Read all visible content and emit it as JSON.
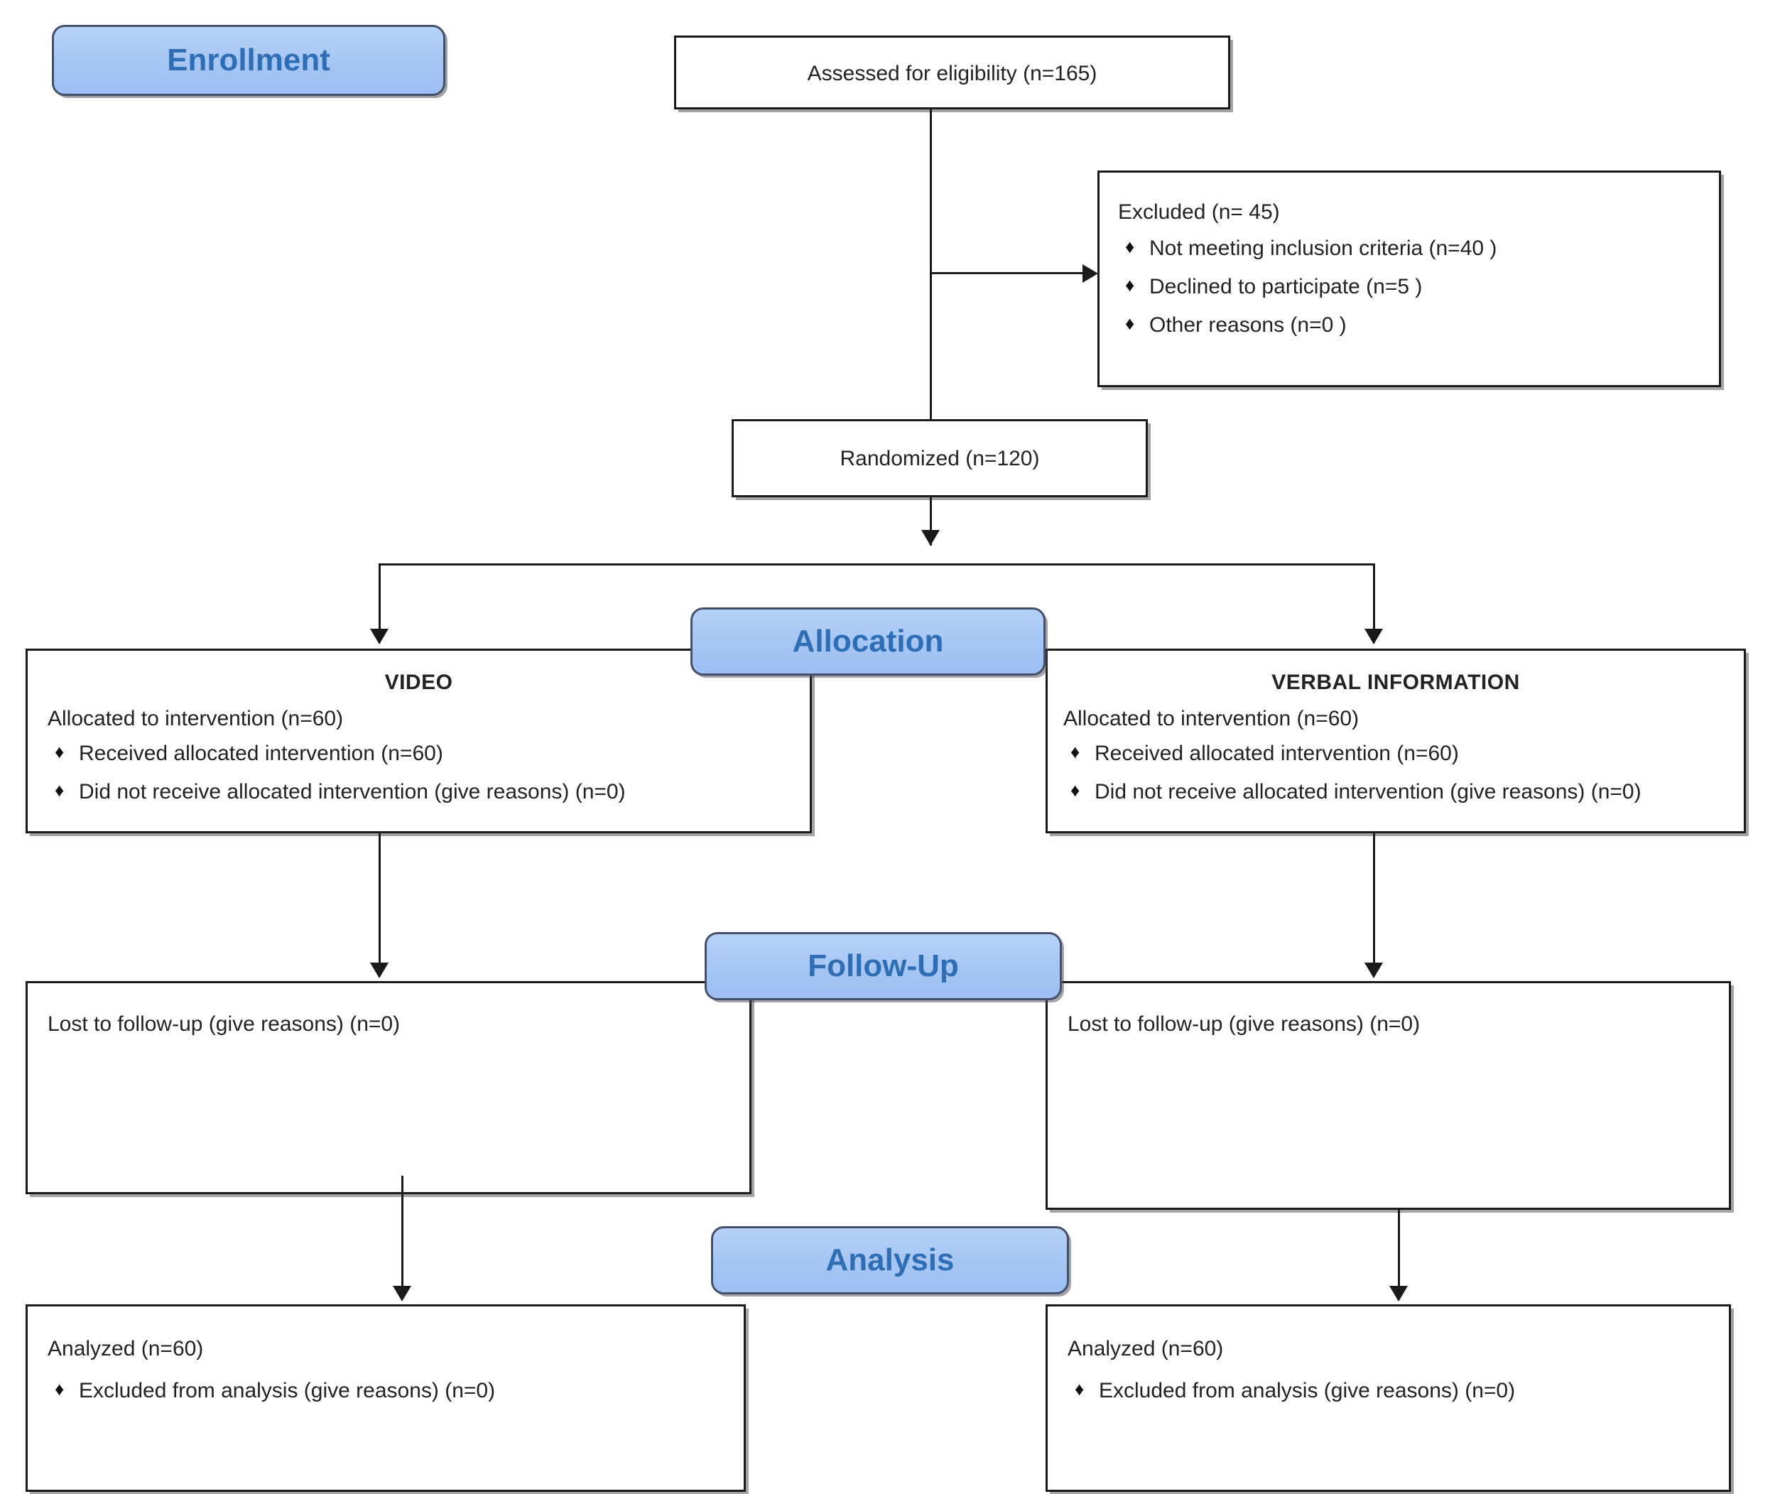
{
  "diagram": {
    "title": "CONSORT participant flow diagram",
    "accent_badge_fill": "#a9c9f5",
    "accent_badge_text": "#2f6db5",
    "line_color": "#1a1a1a",
    "bullet_glyph": "♦"
  },
  "stages": {
    "enrollment": "Enrollment",
    "allocation": "Allocation",
    "followup": "Follow-Up",
    "analysis": "Analysis"
  },
  "enrollment": {
    "assessed": "Assessed for eligibility (n=165)",
    "excluded_title": "Excluded (n= 45)",
    "excluded_reasons": [
      "Not meeting inclusion criteria (n=40  )",
      "Declined to participate (n=5   )",
      "Other reasons (n=0   )"
    ],
    "randomized": "Randomized (n=120)"
  },
  "allocation": {
    "left": {
      "group": "VIDEO",
      "allocated": "Allocated to intervention (n=60)",
      "items": [
        "Received allocated intervention (n=60)",
        "Did not receive allocated intervention (give reasons) (n=0)"
      ]
    },
    "right": {
      "group": "VERBAL INFORMATION",
      "allocated": "Allocated to intervention (n=60)",
      "items": [
        "Received allocated intervention (n=60)",
        "Did not receive allocated intervention (give reasons) (n=0)"
      ]
    }
  },
  "followup": {
    "left": {
      "lost": "Lost to follow-up (give reasons) (n=0)"
    },
    "right": {
      "lost": "Lost to follow-up (give reasons) (n=0)"
    }
  },
  "analysis": {
    "left": {
      "analyzed": "Analyzed (n=60)",
      "items": [
        "Excluded from analysis (give reasons) (n=0)"
      ]
    },
    "right": {
      "analyzed": "Analyzed (n=60)",
      "items": [
        "Excluded from analysis (give reasons) (n=0)"
      ]
    }
  }
}
